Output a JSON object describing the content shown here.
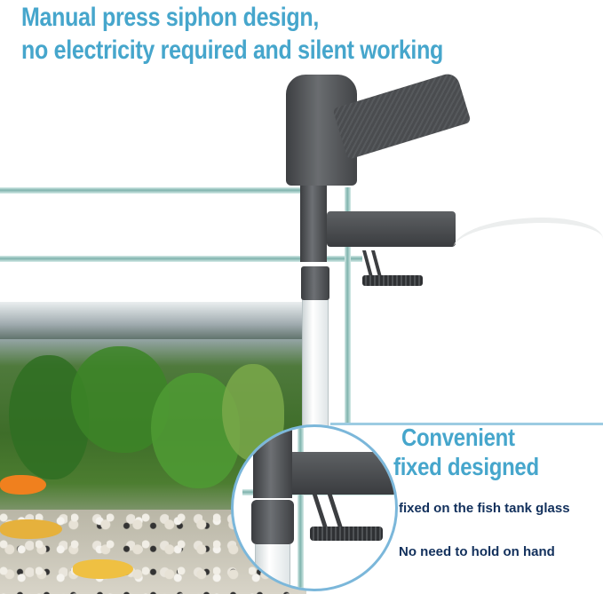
{
  "headline": {
    "line1": "Manual press siphon design,",
    "line2": "no electricity required and silent working"
  },
  "inset": {
    "title_line1": "Convenient",
    "title_line2": "fixed designed",
    "feature1": "fixed on the fish tank glass",
    "feature2": "No need to hold on hand"
  },
  "colors": {
    "headline": "#46a6cc",
    "feature_text": "#12305c",
    "inset_border": "#7bb7da",
    "tool_gray": "#4a4c4f",
    "glass_rail": "#7fb3ad"
  }
}
